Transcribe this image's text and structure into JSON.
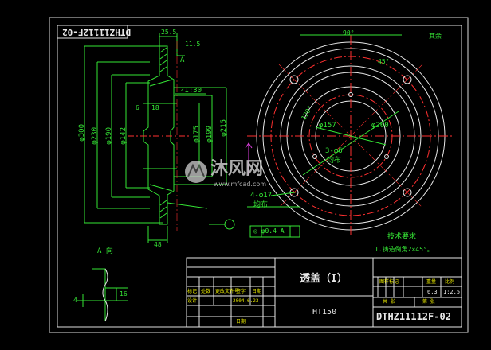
{
  "drawing": {
    "code_rotated": "DTHZ11112F-02",
    "code": "DTHZ11112F-02",
    "part_name": "透盖（I）",
    "material": "HT150",
    "scale_value": "1:2.5",
    "sheet_value": "6.3"
  },
  "dims": {
    "d300": "φ300",
    "d230": "φ230",
    "d190": "φ190",
    "d142": "φ142",
    "d175": "φ175",
    "d199": "φ199",
    "d215": "φ215",
    "top_width": "25.5",
    "top_tol": "11.5",
    "small_6": "6",
    "small_18": "18",
    "angle_1_30": "∠1:30",
    "bottom_48": "48",
    "detail_a": "A 向",
    "d157": "φ157",
    "d260": "φ260",
    "holes_3": "3-φ6",
    "holes_4": "4-φ17",
    "even_1": "均布",
    "even_2": "均布",
    "angle_90": "90°",
    "angle_45": "45°",
    "angle_120": "120°",
    "mark_a": "A",
    "tol_frame": "◎ φ0.4 A",
    "tech_title": "技术要求",
    "tech_note": "1.铸造倒角2×45°。",
    "corner_note": "其余",
    "detail_16": "16",
    "detail_4": "4"
  },
  "title_block": {
    "r1": [
      "标记",
      "处数",
      "更改文件号",
      "签字",
      "日期"
    ],
    "r2": [
      "设计",
      "",
      "2004.6.23",
      "",
      ""
    ],
    "approve": "日期",
    "right_head": [
      "图样标记",
      "重量",
      "比例"
    ],
    "right_sub": [
      "共 张",
      "第 张"
    ]
  },
  "watermark": {
    "brand": "沐风网",
    "url": "www.mfcad.com"
  }
}
